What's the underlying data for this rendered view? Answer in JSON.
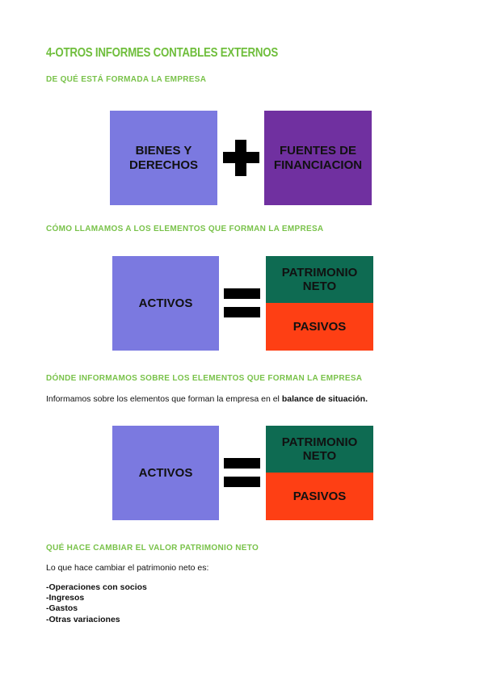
{
  "title": "4-OTROS INFORMES CONTABLES EXTERNOS",
  "section1": {
    "heading": "DE QUÉ ESTÁ FORMADA LA EMPRESA",
    "left_box": "BIENES Y DERECHOS",
    "right_box": "FUENTES DE FINANCIACION",
    "operator": "plus"
  },
  "section2": {
    "heading": "CÓMO LLAMAMOS A LOS ELEMENTOS QUE FORMAN LA EMPRESA",
    "left_box": "ACTIVOS",
    "top_box": "PATRIMONIO NETO",
    "bottom_box": "PASIVOS",
    "operator": "equals"
  },
  "section3": {
    "heading": "DÓNDE INFORMAMOS SOBRE LOS ELEMENTOS QUE FORMAN LA EMPRESA",
    "text_plain": "Informamos sobre los elementos que forman la empresa en el ",
    "text_bold": "balance de situación.",
    "left_box": "ACTIVOS",
    "top_box": "PATRIMONIO NETO",
    "bottom_box": "PASIVOS",
    "operator": "equals"
  },
  "section4": {
    "heading": "QUÉ HACE CAMBIAR EL VALOR PATRIMONIO NETO",
    "intro": "Lo que hace cambiar el patrimonio neto es:",
    "items": [
      "-Operaciones con socios",
      "-Ingresos",
      "-Gastos",
      "-Otras variaciones"
    ]
  },
  "colors": {
    "heading_green": "#79c24a",
    "box_light_purple": "#7b79e0",
    "box_dark_purple": "#7030a0",
    "box_green": "#0e6b52",
    "box_red": "#fe3f14"
  }
}
